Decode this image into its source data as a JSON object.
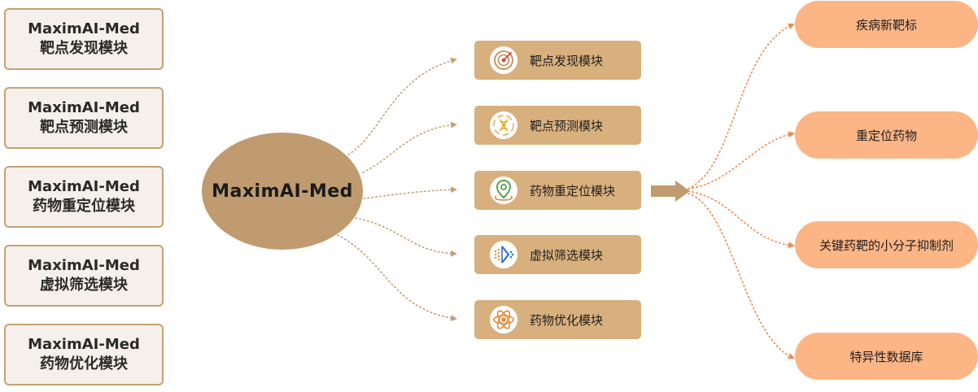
{
  "left_modules": [
    {
      "line1": "MaximAI-Med",
      "line2": "靶点发现模块"
    },
    {
      "line1": "MaximAI-Med",
      "line2": "靶点预测模块"
    },
    {
      "line1": "MaximAI-Med",
      "line2": "药物重定位模块"
    },
    {
      "line1": "MaximAI-Med",
      "line2": "虚拟筛选模块"
    },
    {
      "line1": "MaximAI-Med",
      "line2": "药物优化模块"
    }
  ],
  "center": {
    "label": "MaximAI-Med"
  },
  "modules": [
    {
      "label": "靶点发现模块",
      "icon": "target-icon"
    },
    {
      "label": "靶点预测模块",
      "icon": "dna-icon"
    },
    {
      "label": "药物重定位模块",
      "icon": "location-pin-icon"
    },
    {
      "label": "虚拟筛选模块",
      "icon": "screening-funnel-icon"
    },
    {
      "label": "药物优化模块",
      "icon": "atom-icon"
    }
  ],
  "outputs": [
    {
      "label": "疾病新靶标"
    },
    {
      "label": "重定位药物"
    },
    {
      "label": "关键药靶的小分子抑制剂"
    },
    {
      "label": "特异性数据库"
    }
  ],
  "colors": {
    "left_card_bg": "#f5f0eb",
    "left_card_border": "#c4a273",
    "center": "#bf9b6f",
    "module": "#d8b07d",
    "connector_brown": "#c4a07a",
    "connector_orange": "#f08a4b",
    "output_pill": "#fcb585",
    "big_arrow": "#bf9b6f"
  }
}
